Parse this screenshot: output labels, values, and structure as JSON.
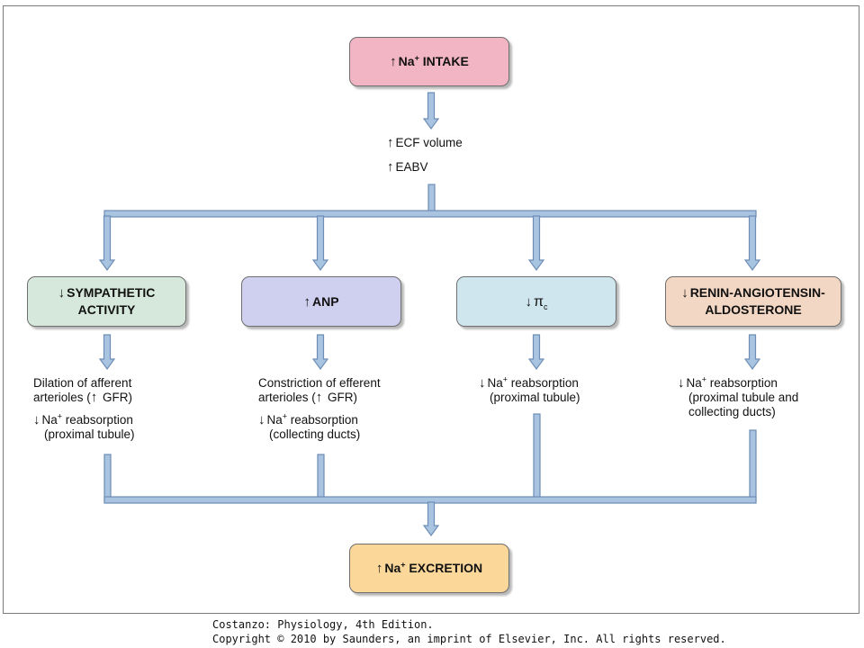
{
  "diagram": {
    "top_box": {
      "arrow": "↑",
      "label": "Na",
      "sup": "+",
      "label_rest": " INTAKE"
    },
    "after_intake": [
      {
        "arrow": "↑",
        "text": "ECF volume"
      },
      {
        "arrow": "↑",
        "text": "EABV"
      }
    ],
    "boxes": [
      {
        "arrow": "↓",
        "line1": "SYMPATHETIC",
        "line2": "ACTIVITY"
      },
      {
        "arrow": "↑",
        "line1": "ANP"
      },
      {
        "arrow": "↓",
        "symbol": "π",
        "sub": "c"
      },
      {
        "arrow": "↓",
        "line1": "RENIN-ANGIOTENSIN-",
        "line2": "ALDOSTERONE"
      }
    ],
    "effects": [
      {
        "p1_l1": "Dilation of afferent",
        "p1_l2_pre": "arterioles (",
        "p1_l2_arrow": "↑",
        "p1_l2_post": " GFR)",
        "p2_arrow": "↓",
        "p2_na": "Na",
        "p2_sup": "+",
        "p2_l1": " reabsorption",
        "p2_l2": "(proximal tubule)"
      },
      {
        "p1_l1": "Constriction of efferent",
        "p1_l2_pre": "arterioles (",
        "p1_l2_arrow": "↑",
        "p1_l2_post": " GFR)",
        "p2_arrow": "↓",
        "p2_na": "Na",
        "p2_sup": "+",
        "p2_l1": " reabsorption",
        "p2_l2": "(collecting ducts)"
      },
      {
        "p2_arrow": "↓",
        "p2_na": "Na",
        "p2_sup": "+",
        "p2_l1": " reabsorption",
        "p2_l2": "(proximal tubule)"
      },
      {
        "p2_arrow": "↓",
        "p2_na": "Na",
        "p2_sup": "+",
        "p2_l1": " reabsorption",
        "p2_l2": "(proximal tubule and",
        "p2_l3": "collecting ducts)"
      }
    ],
    "bottom_box": {
      "arrow": "↑",
      "label": "Na",
      "sup": "+",
      "label_rest": " EXCRETION"
    },
    "colors": {
      "arrow_fill": "#a9c4e0",
      "arrow_stroke": "#6d8db5",
      "intake": "#f1b5c3",
      "sympathetic": "#d6e8dc",
      "anp": "#cfd0ef",
      "pi_c": "#cfe6ef",
      "raa": "#f2d7c4",
      "excretion": "#fcd79a"
    }
  },
  "caption": {
    "line1": "Costanzo: Physiology, 4th Edition.",
    "line2": "Copyright © 2010 by Saunders, an imprint of Elsevier, Inc. All rights reserved."
  }
}
